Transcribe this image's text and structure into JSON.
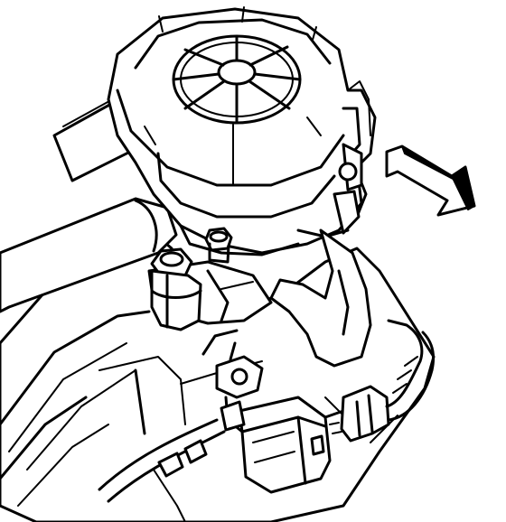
{
  "diagram": {
    "components": [
      "air-pump",
      "pump-cover-fan-guard",
      "intake-hose",
      "outlet-hose",
      "mounting-bolt",
      "mounting-bracket",
      "electrical-connector",
      "wiring-harness",
      "direction-arrow"
    ],
    "colors": {
      "line": "#000000",
      "background": "#ffffff"
    }
  }
}
